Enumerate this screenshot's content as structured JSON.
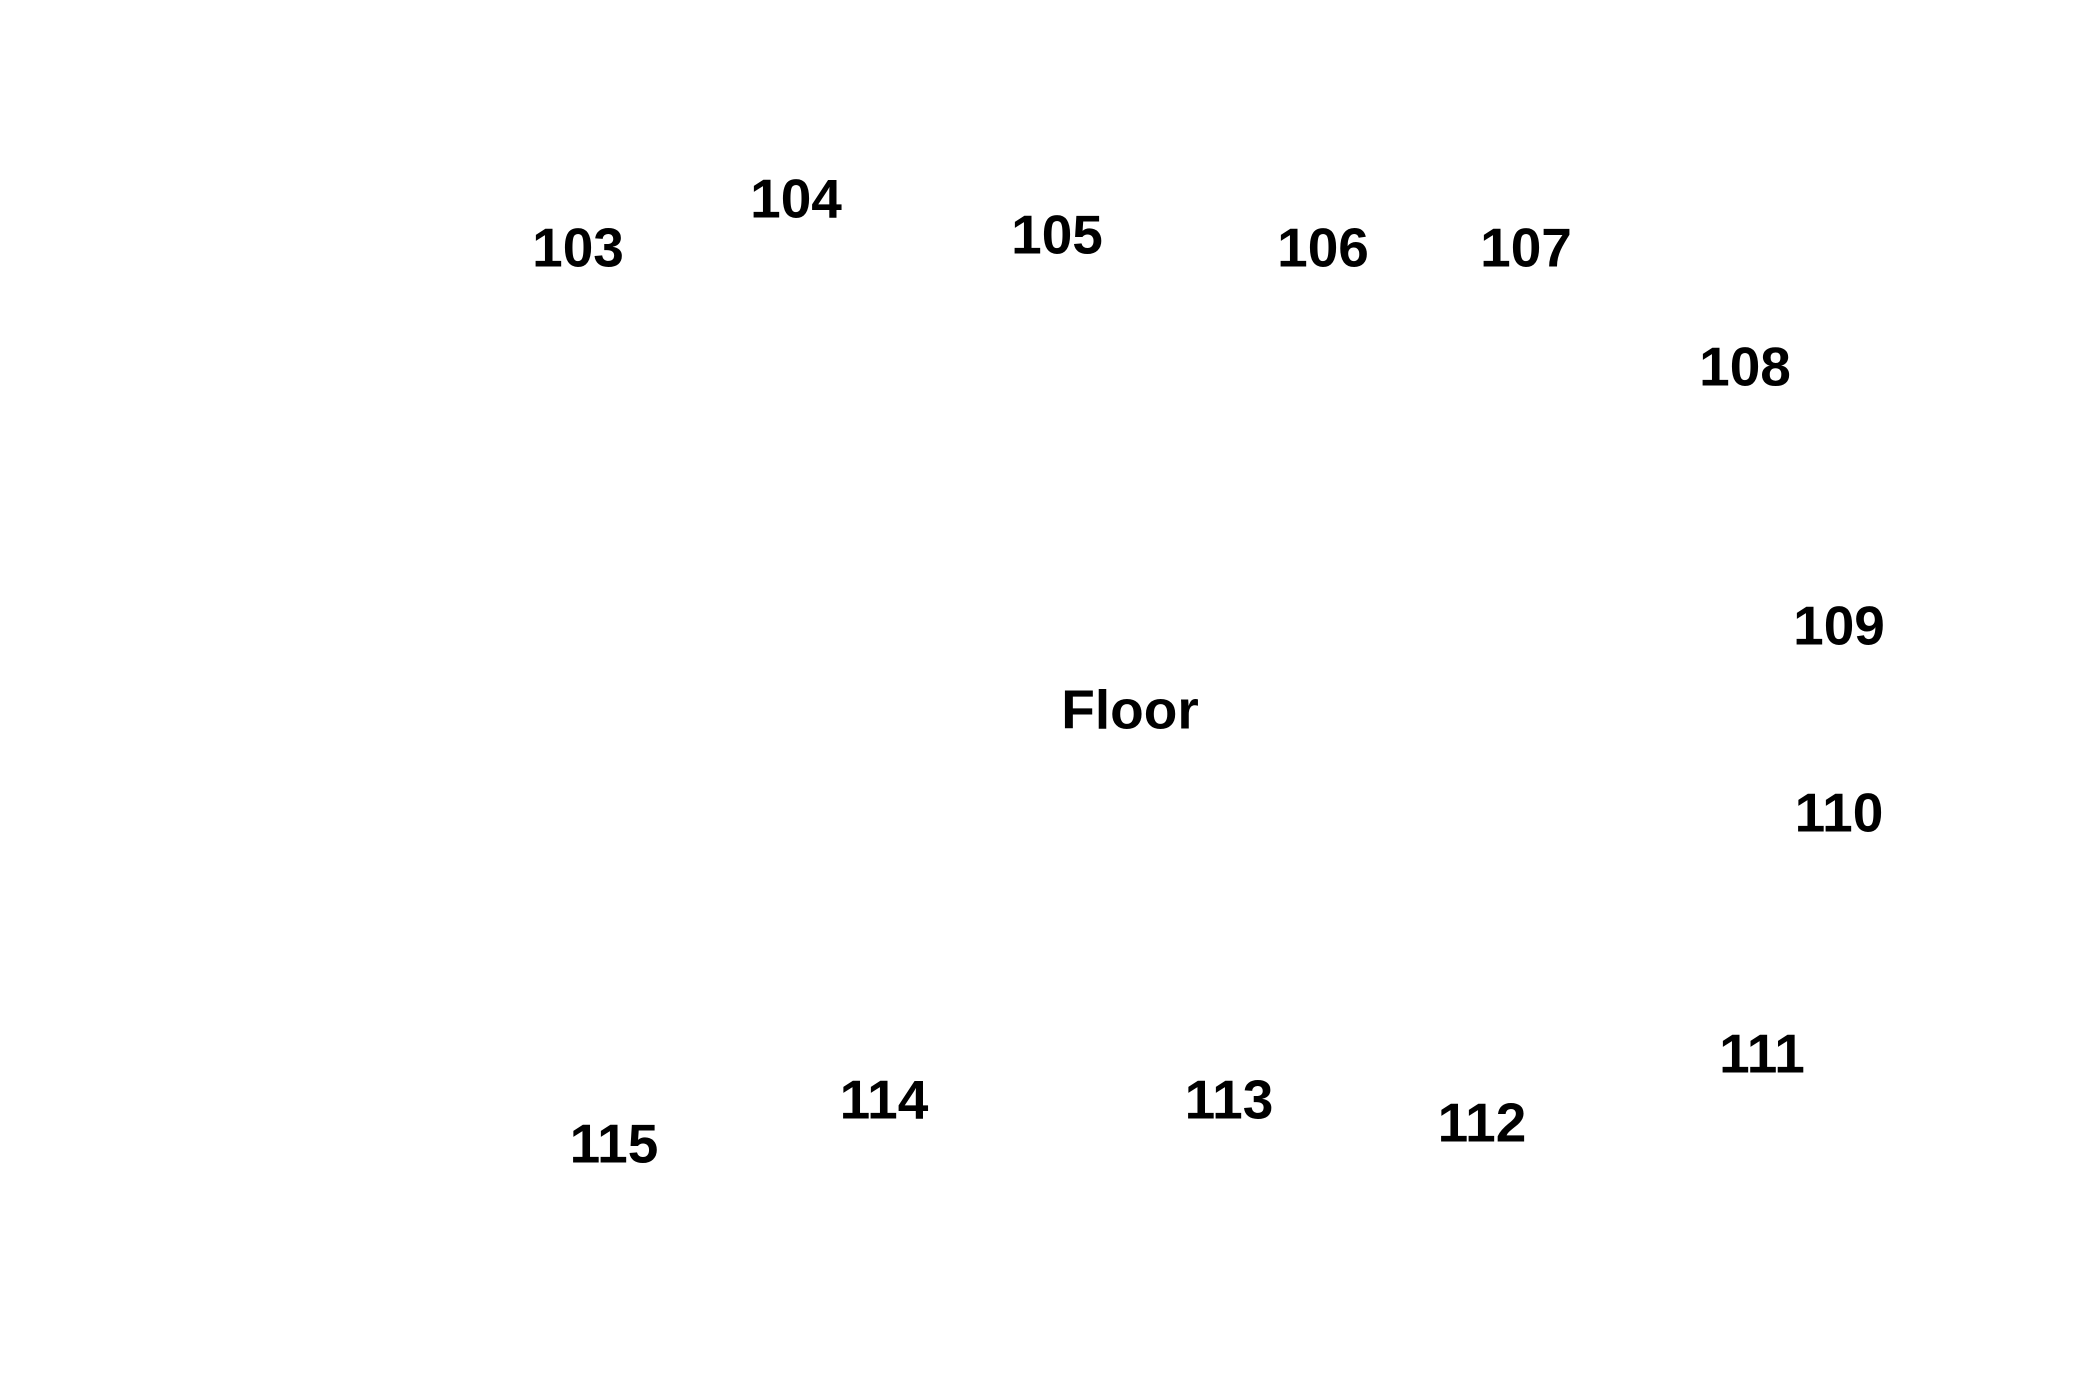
{
  "diagram": {
    "center_label": "Floor",
    "rooms": [
      {
        "id": "103",
        "label": "103"
      },
      {
        "id": "104",
        "label": "104"
      },
      {
        "id": "105",
        "label": "105"
      },
      {
        "id": "106",
        "label": "106"
      },
      {
        "id": "107",
        "label": "107"
      },
      {
        "id": "108",
        "label": "108"
      },
      {
        "id": "109",
        "label": "109"
      },
      {
        "id": "110",
        "label": "110"
      },
      {
        "id": "111",
        "label": "111"
      },
      {
        "id": "112",
        "label": "112"
      },
      {
        "id": "113",
        "label": "113"
      },
      {
        "id": "114",
        "label": "114"
      },
      {
        "id": "115",
        "label": "115"
      }
    ]
  }
}
